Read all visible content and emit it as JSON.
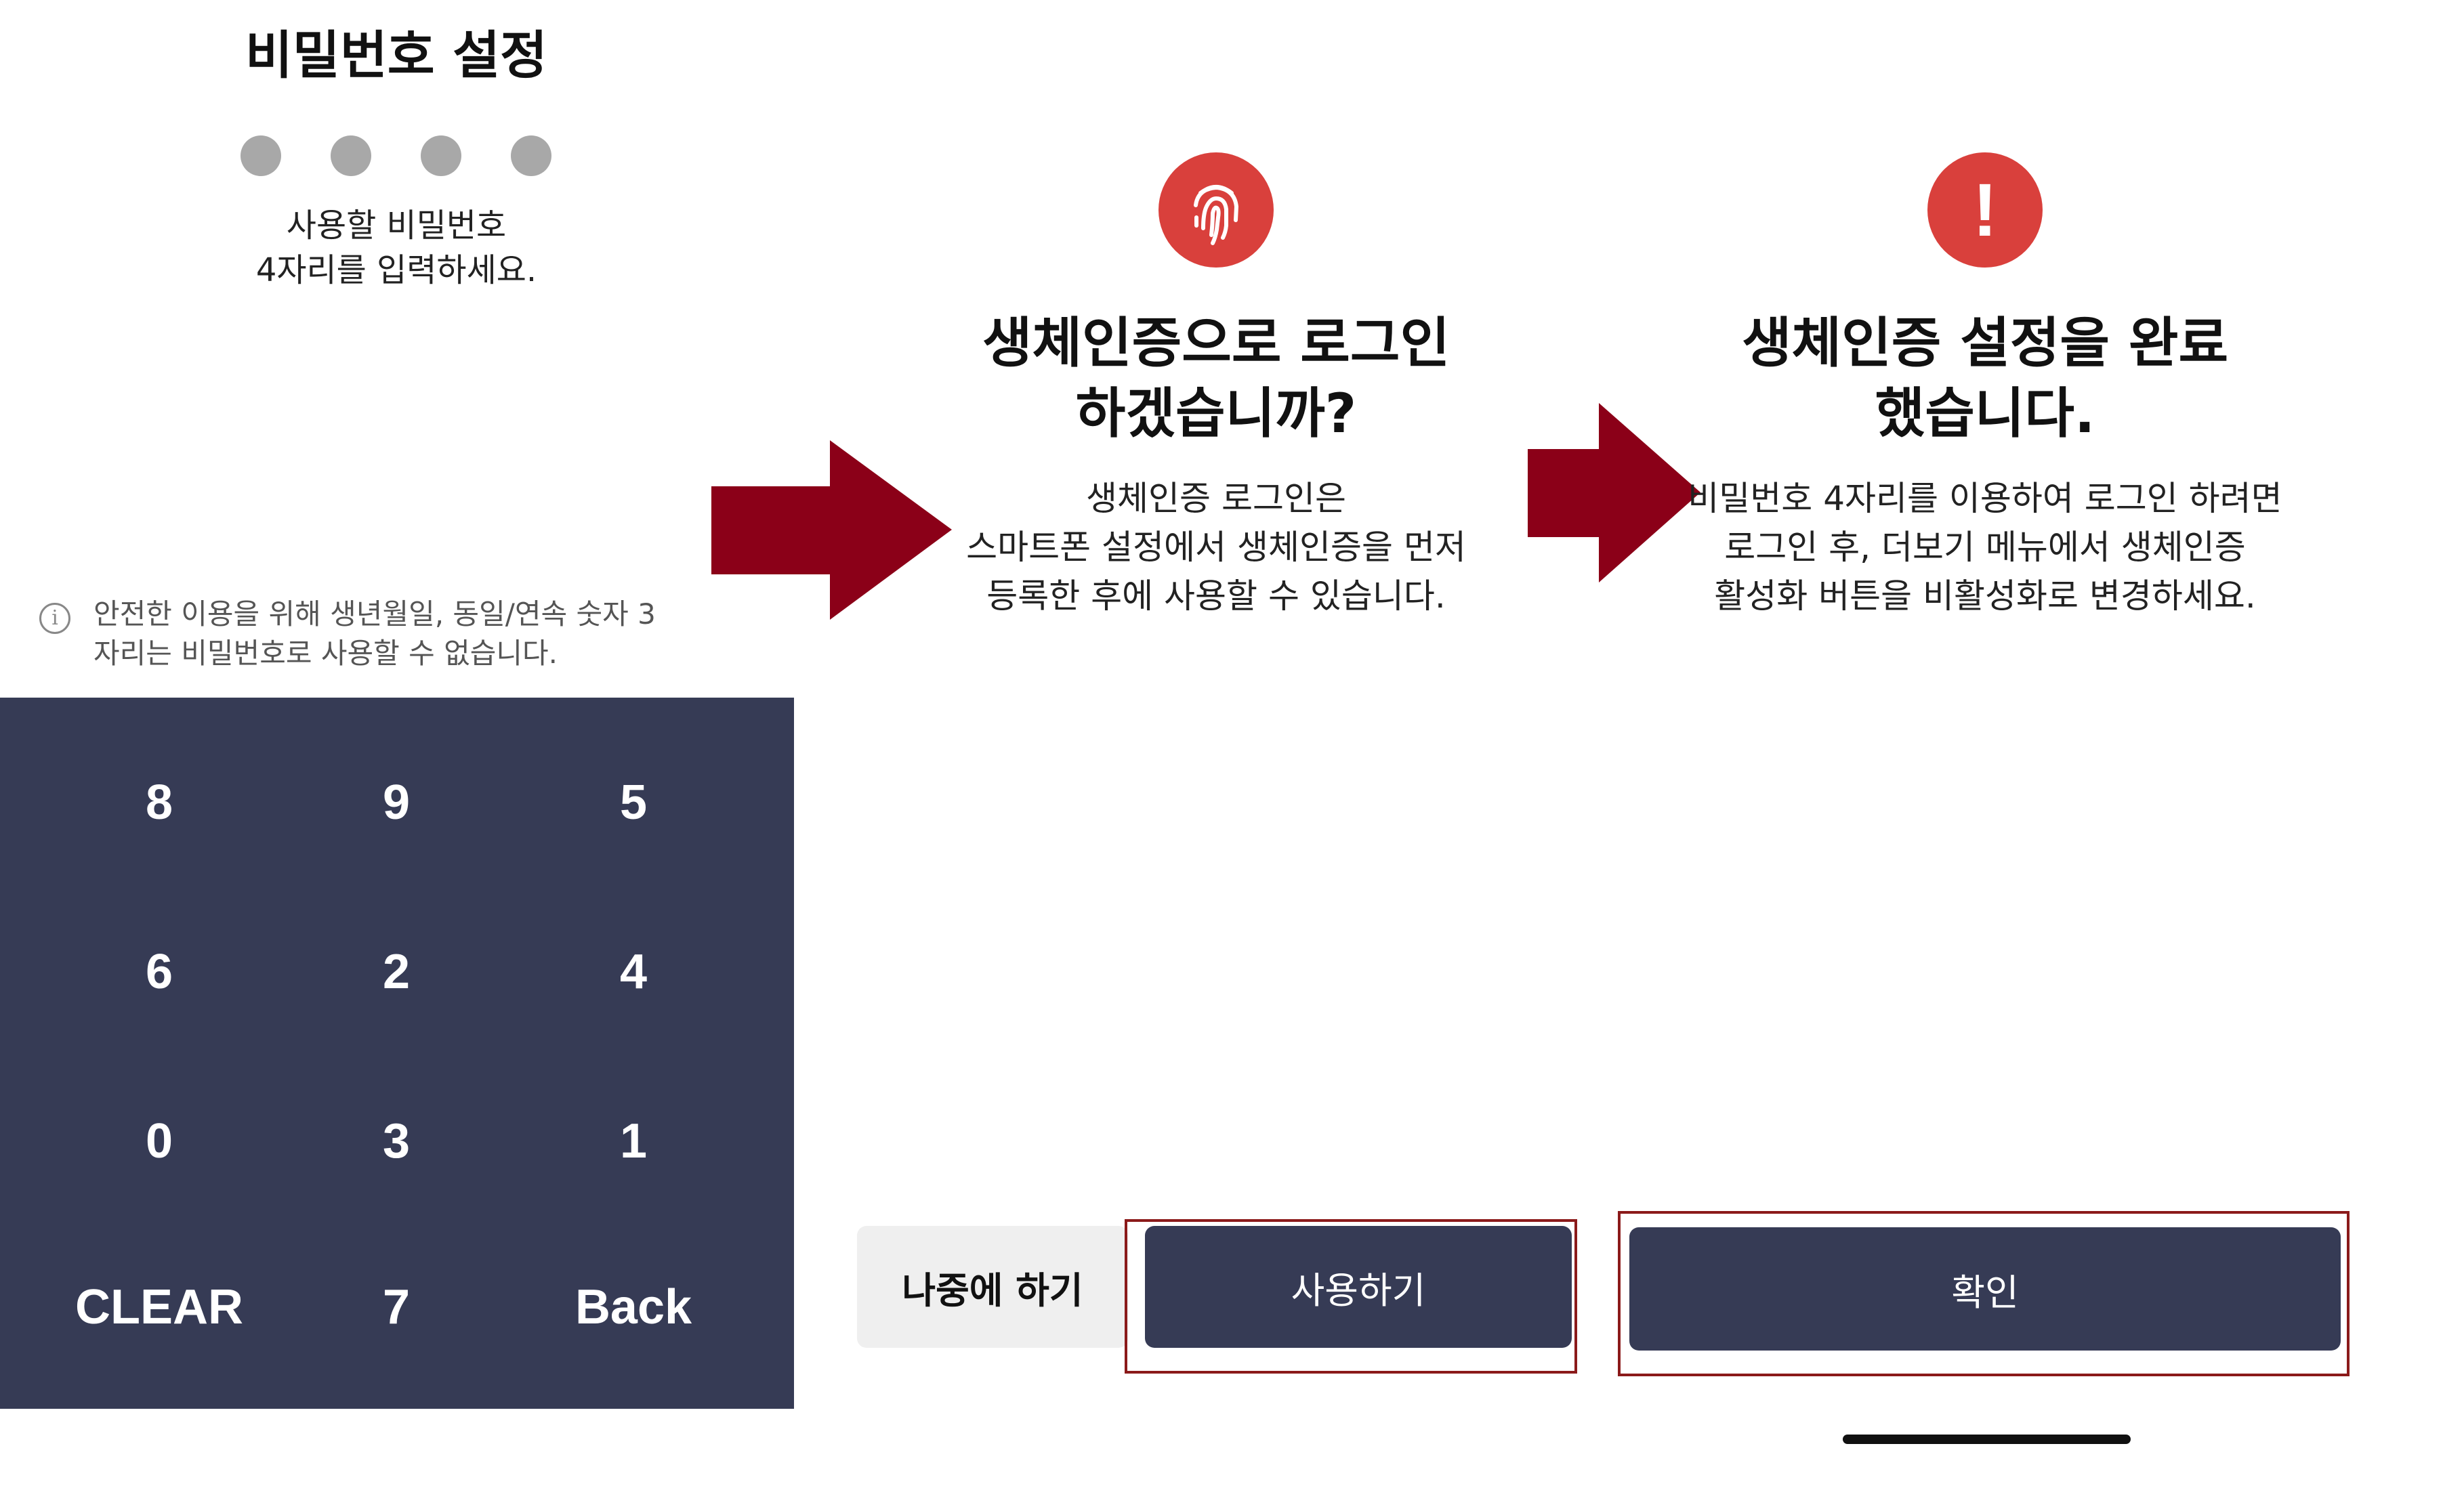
{
  "colors": {
    "keypad_bg": "#363b55",
    "primary_button": "#363b55",
    "icon_red": "#d9403c",
    "arrow": "#8b0018",
    "frame": "#8b1a1a",
    "dot": "#a8a8a8"
  },
  "password_setup": {
    "title": "비밀번호 설정",
    "pin_dots": 4,
    "instruction_line1": "사용할 비밀번호",
    "instruction_line2": "4자리를 입력하세요.",
    "notice_line1": "안전한 이용을 위해 생년월일, 동일/연속 숫자 3",
    "notice_line2": "자리는 비밀번호로 사용할 수 없습니다.",
    "info_icon": "info-circle-icon",
    "keypad": {
      "keys": [
        "8",
        "9",
        "5",
        "6",
        "2",
        "4",
        "0",
        "3",
        "1",
        "CLEAR",
        "7",
        "Back"
      ]
    }
  },
  "biometric_prompt": {
    "icon": "fingerprint-icon",
    "title_line1": "생체인증으로 로그인",
    "title_line2": "하겠습니까?",
    "desc_line1": "생체인증 로그인은",
    "desc_line2": "스마트폰 설정에서 생체인증을 먼저",
    "desc_line3": "등록한 후에 사용할 수 있습니다.",
    "later_label": "나중에 하기",
    "use_label": "사용하기"
  },
  "biometric_done": {
    "icon": "exclamation-icon",
    "icon_glyph": "!",
    "title_line1": "생체인증 설정을 완료",
    "title_line2": "했습니다.",
    "desc_line1": "비밀번호 4자리를 이용하여 로그인 하려면",
    "desc_line2": "로그인 후, 더보기 메뉴에서 생체인증",
    "desc_line3": "활성화 버튼을 비활성화로 변경하세요.",
    "confirm_label": "확인"
  }
}
